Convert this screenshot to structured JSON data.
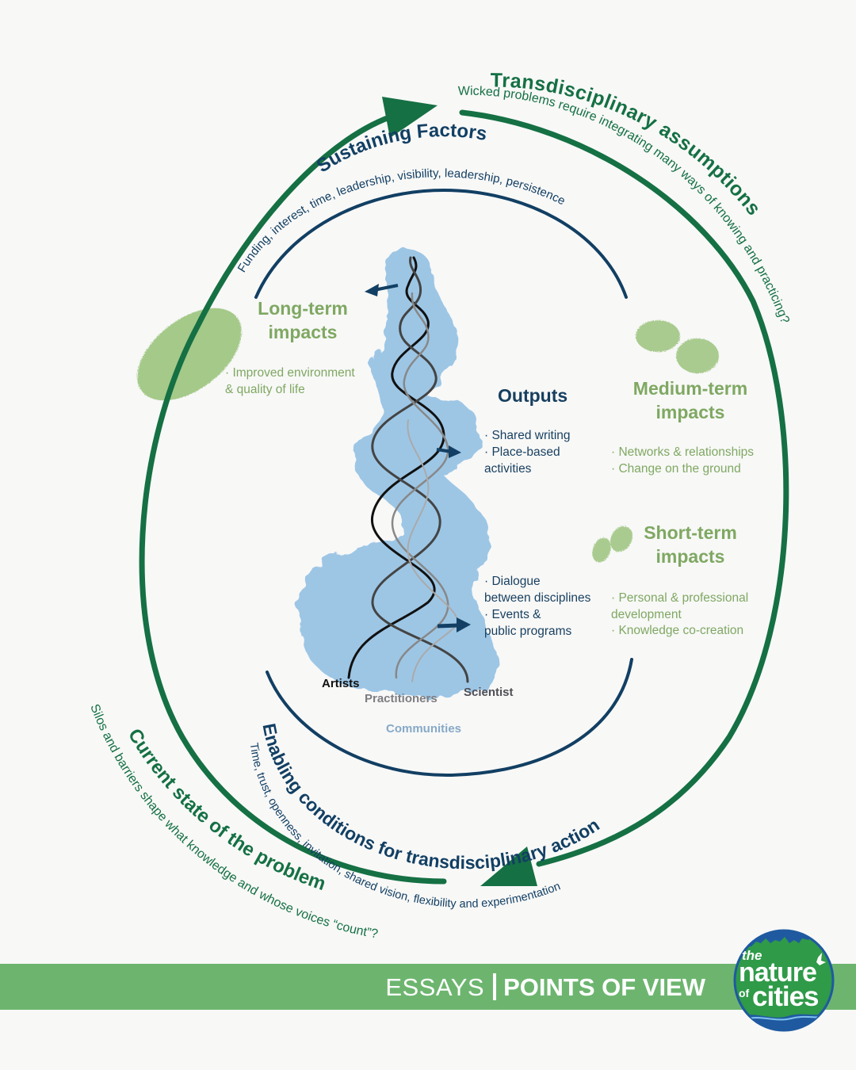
{
  "colors": {
    "dark_green": "#157043",
    "navy": "#123f63",
    "light_green": "#7fa862",
    "blob_green": "#9cc47e",
    "watercolor_blue": "#7fb6e0",
    "banner_green": "#6db56f",
    "background": "#f8f8f7"
  },
  "outer_ring": {
    "top_right": {
      "title": "Transdisciplinary assumptions",
      "subtitle": "Wicked problems require integrating many ways of knowing and practicing?"
    },
    "bottom_left": {
      "title": "Current state of the problem",
      "subtitle": "Silos and barriers shape what knowledge and whose voices “count”?"
    }
  },
  "inner_ring": {
    "top": {
      "title": "Sustaining Factors",
      "subtitle": "Funding, interest, time, leadership, visibility, leadership, persistence"
    },
    "bottom": {
      "title": "Enabling conditions for transdisciplinary action",
      "subtitle": "Time, trust, openness, invitation, shared vision, flexibility and experimentation"
    }
  },
  "stages": {
    "long_term": {
      "title_line1": "Long-term",
      "title_line2": "impacts",
      "items": [
        "· Improved environment",
        "& quality of life"
      ]
    },
    "medium_term": {
      "title_line1": "Medium-term",
      "title_line2": "impacts",
      "items": [
        "· Networks & relationships",
        "· Change on the ground"
      ]
    },
    "short_term": {
      "title_line1": "Short-term",
      "title_line2": "impacts",
      "items": [
        "· Personal & professional",
        "development",
        "· Knowledge co-creation"
      ]
    }
  },
  "outputs": {
    "title": "Outputs",
    "upper_items": [
      "· Shared writing",
      "· Place-based",
      "activities"
    ],
    "lower_items": [
      "· Dialogue",
      "between disciplines",
      "· Events &",
      "public programs"
    ]
  },
  "actors": {
    "artists": "Artists",
    "practitioners": "Practitioners",
    "scientist": "Scientist",
    "communities": "Communities"
  },
  "banner": {
    "section": "ESSAYS",
    "category": "POINTS OF VIEW"
  },
  "logo": {
    "line1": "the",
    "line2": "nature",
    "line3_small": "of",
    "line3": "cities"
  }
}
